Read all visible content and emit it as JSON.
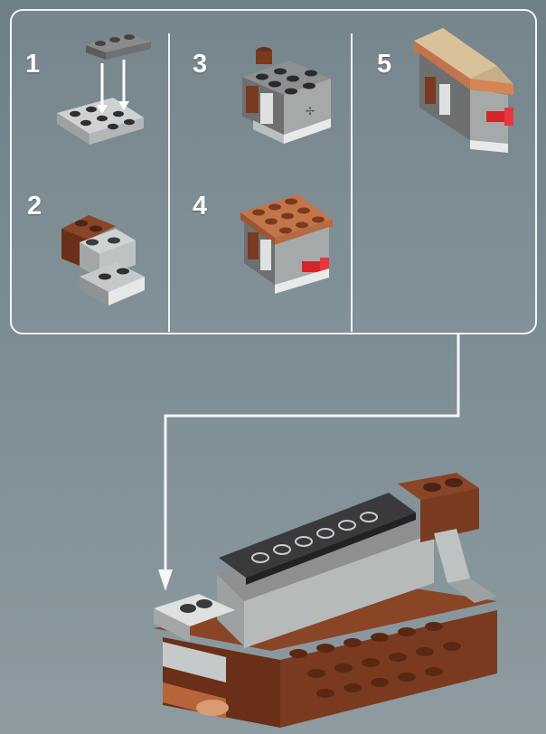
{
  "steps": [
    {
      "number": "1"
    },
    {
      "number": "2"
    },
    {
      "number": "3"
    },
    {
      "number": "4"
    },
    {
      "number": "5"
    }
  ],
  "colors": {
    "background": "#7c8c93",
    "panel_border": "#f2f5f6",
    "brick_light_gray": "#c8cbcb",
    "brick_dark_gray": "#6d6e70",
    "brick_black": "#2d2d2f",
    "brick_reddish_brown": "#7a3a1f",
    "brick_medium_brown": "#b8643b",
    "brick_tan": "#d9c29a",
    "brick_red": "#d2262a",
    "brick_white": "#ecedeb"
  },
  "icons": [
    "arrow-down-icon",
    "callout-arrow-icon"
  ]
}
